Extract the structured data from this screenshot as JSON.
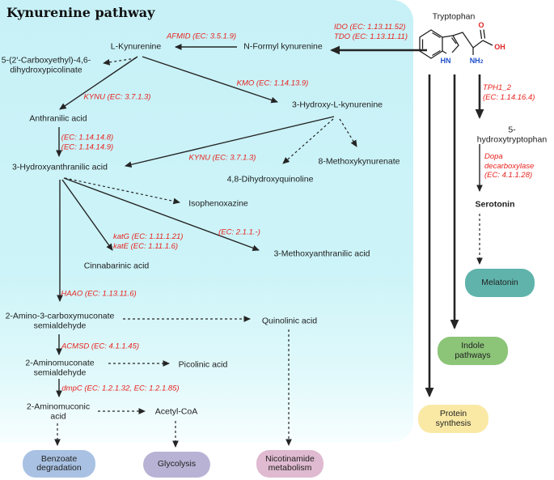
{
  "title": "Kynurenine pathway",
  "labels": {
    "tryptophan": "Tryptophan",
    "n_formyl_kynurenine": "N-Formyl kynurenine",
    "l_kynurenine": "L-Kynurenine",
    "carboxyethyl": "5-(2'-Carboxyethyl)-4,6-\ndihydroxypicolinate",
    "anthranilic_acid": "Anthranilic acid",
    "hydroxy_l_kynurenine": "3-Hydroxy-L-kynurenine",
    "hydroxyanthranilic_acid": "3-Hydroxyanthranilic acid",
    "methoxykynurenate": "8-Methoxykynurenate",
    "dihydroxyquinoline": "4,8-Dihydroxyquinoline",
    "isophenoxazine": "Isophenoxazine",
    "methoxyanthranilic_acid": "3-Methoxyanthranilic  acid",
    "cinnabarinic_acid": "Cinnabarinic acid",
    "amino_carboxymuconate": "2-Amino-3-carboxymuconate\nsemialdehyde",
    "quinolinic_acid": "Quinolinic acid",
    "aminomuconate": "2-Aminomuconate\nsemialdehyde",
    "picolinic_acid": "Picolinic acid",
    "aminomuconic": "2-Aminomuconic\nacid",
    "acetyl_coa": "Acetyl-CoA",
    "hydroxytryptophan": "5-hydroxytryptophan",
    "serotonin": "Serotonin"
  },
  "enzymes": {
    "ido_tdo": "IDO (EC: 1.13.11.52)\nTDO (EC: 1.13.11.11)",
    "afmid": "AFMID (EC: 3.5.1.9)",
    "kmo": "KMO (EC: 1.14.13.9)",
    "kynu1": "KYNU (EC: 3.7.1.3)",
    "ec_1_14_14": "(EC: 1.14.14.8)\n(EC: 1.14.14.9)",
    "kynu2": "KYNU (EC: 3.7.1.3)",
    "katg_kate": "katG (EC: 1.11.1.21)\nkatE  (EC: 1.11.1.6)",
    "ec_2_1_1": "(EC: 2.1.1.-)",
    "haao": "HAAO (EC: 1.13.11.6)",
    "acmsd": "ACMSD (EC: 4.1.1.45)",
    "dmpc": "dmpC (EC: 1.2.1.32, EC: 1.2.1.85)",
    "tph": "TPH1_2\n(EC: 1.14.16.4)",
    "dopa": "Dopa\ndecarboxylase\n(EC: 4.1.1.28)"
  },
  "pills": {
    "benzoate": {
      "text": "Benzoate\ndegradation",
      "color": "#a9c2e3"
    },
    "glycolysis": {
      "text": "Glycolysis",
      "color": "#b8b3d5"
    },
    "nicotinamide": {
      "text": "Nicotinamide\nmetabolism",
      "color": "#dfbad0"
    },
    "melatonin": {
      "text": "Melatonin",
      "color": "#5fb3ab"
    },
    "indole": {
      "text": "Indole\npathways",
      "color": "#8cc478"
    },
    "protein": {
      "text": "Protein\nsynthesis",
      "color": "#f9e9a5"
    }
  },
  "molecule": {
    "hn": "HN",
    "nh2": "NH",
    "nh2_sub": "2",
    "o": "O",
    "oh": "OH"
  },
  "colors": {
    "enzyme_red": "#e8231e",
    "background_box_cyan": "#cdf4f8",
    "line_black": "#252525",
    "atom_blue": "#2050cc",
    "atom_red": "#e02325"
  }
}
